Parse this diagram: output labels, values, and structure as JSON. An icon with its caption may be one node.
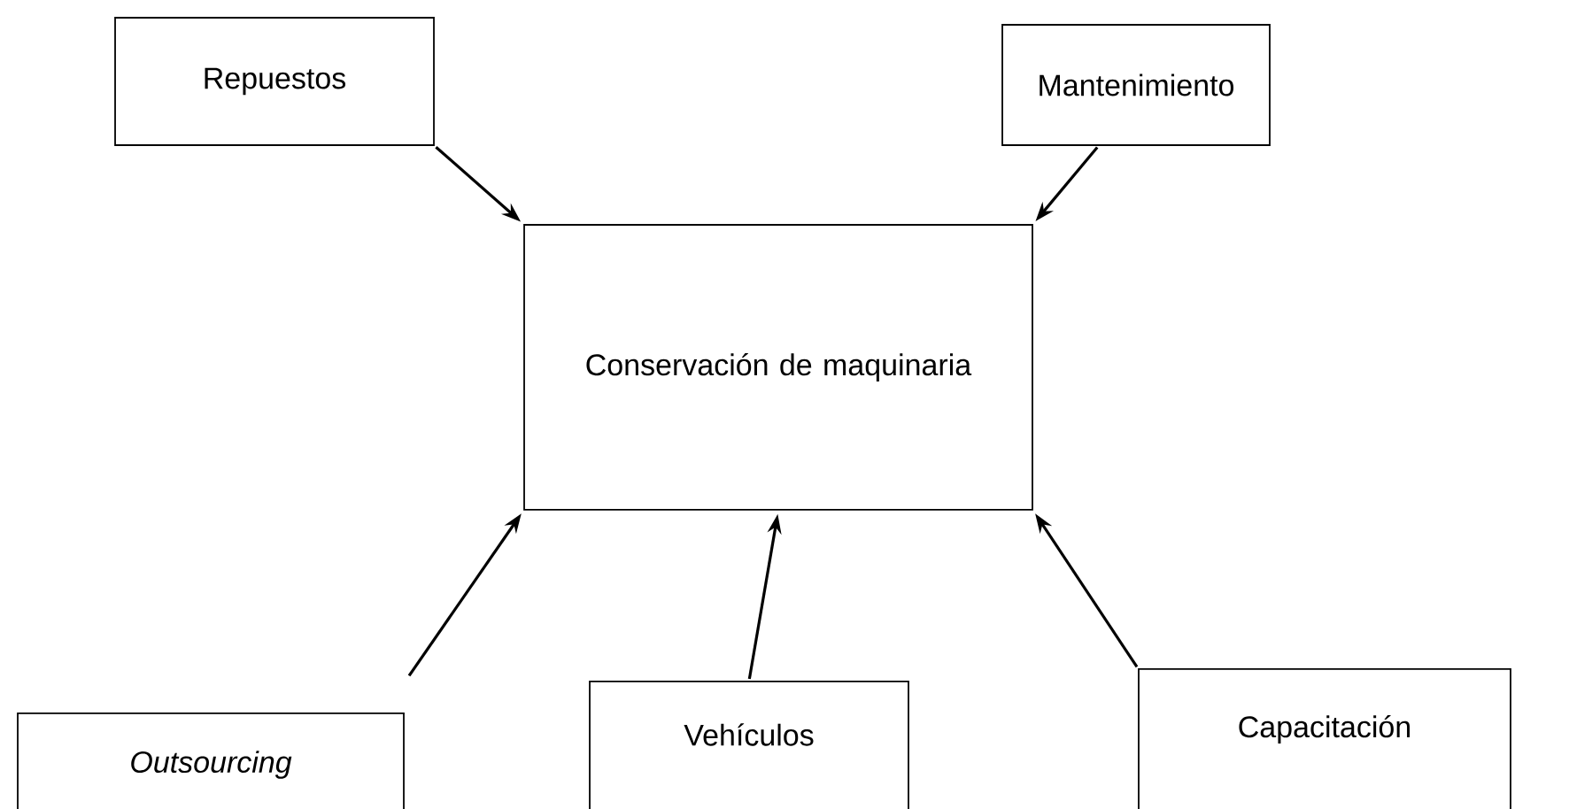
{
  "diagram": {
    "nodes": [
      {
        "text": [
          "Repuestos"
        ]
      },
      {
        "text": [
          "Mantenimiento"
        ]
      },
      {
        "text": [
          "Conservación de maquinaria"
        ]
      },
      {
        "text": [
          "Outsourcing"
        ]
      },
      {
        "text": [
          "Vehículos"
        ]
      },
      {
        "text": [
          "Capacitación"
        ]
      }
    ],
    "edges": [
      {
        "from": 0,
        "to": 2,
        "arrow": "to"
      },
      {
        "from": 1,
        "to": 2,
        "arrow": "to"
      },
      {
        "from": 3,
        "to": 2,
        "arrow": "to"
      },
      {
        "from": 4,
        "to": 2,
        "arrow": "to"
      },
      {
        "from": 5,
        "to": 2,
        "arrow": "to"
      }
    ]
  }
}
